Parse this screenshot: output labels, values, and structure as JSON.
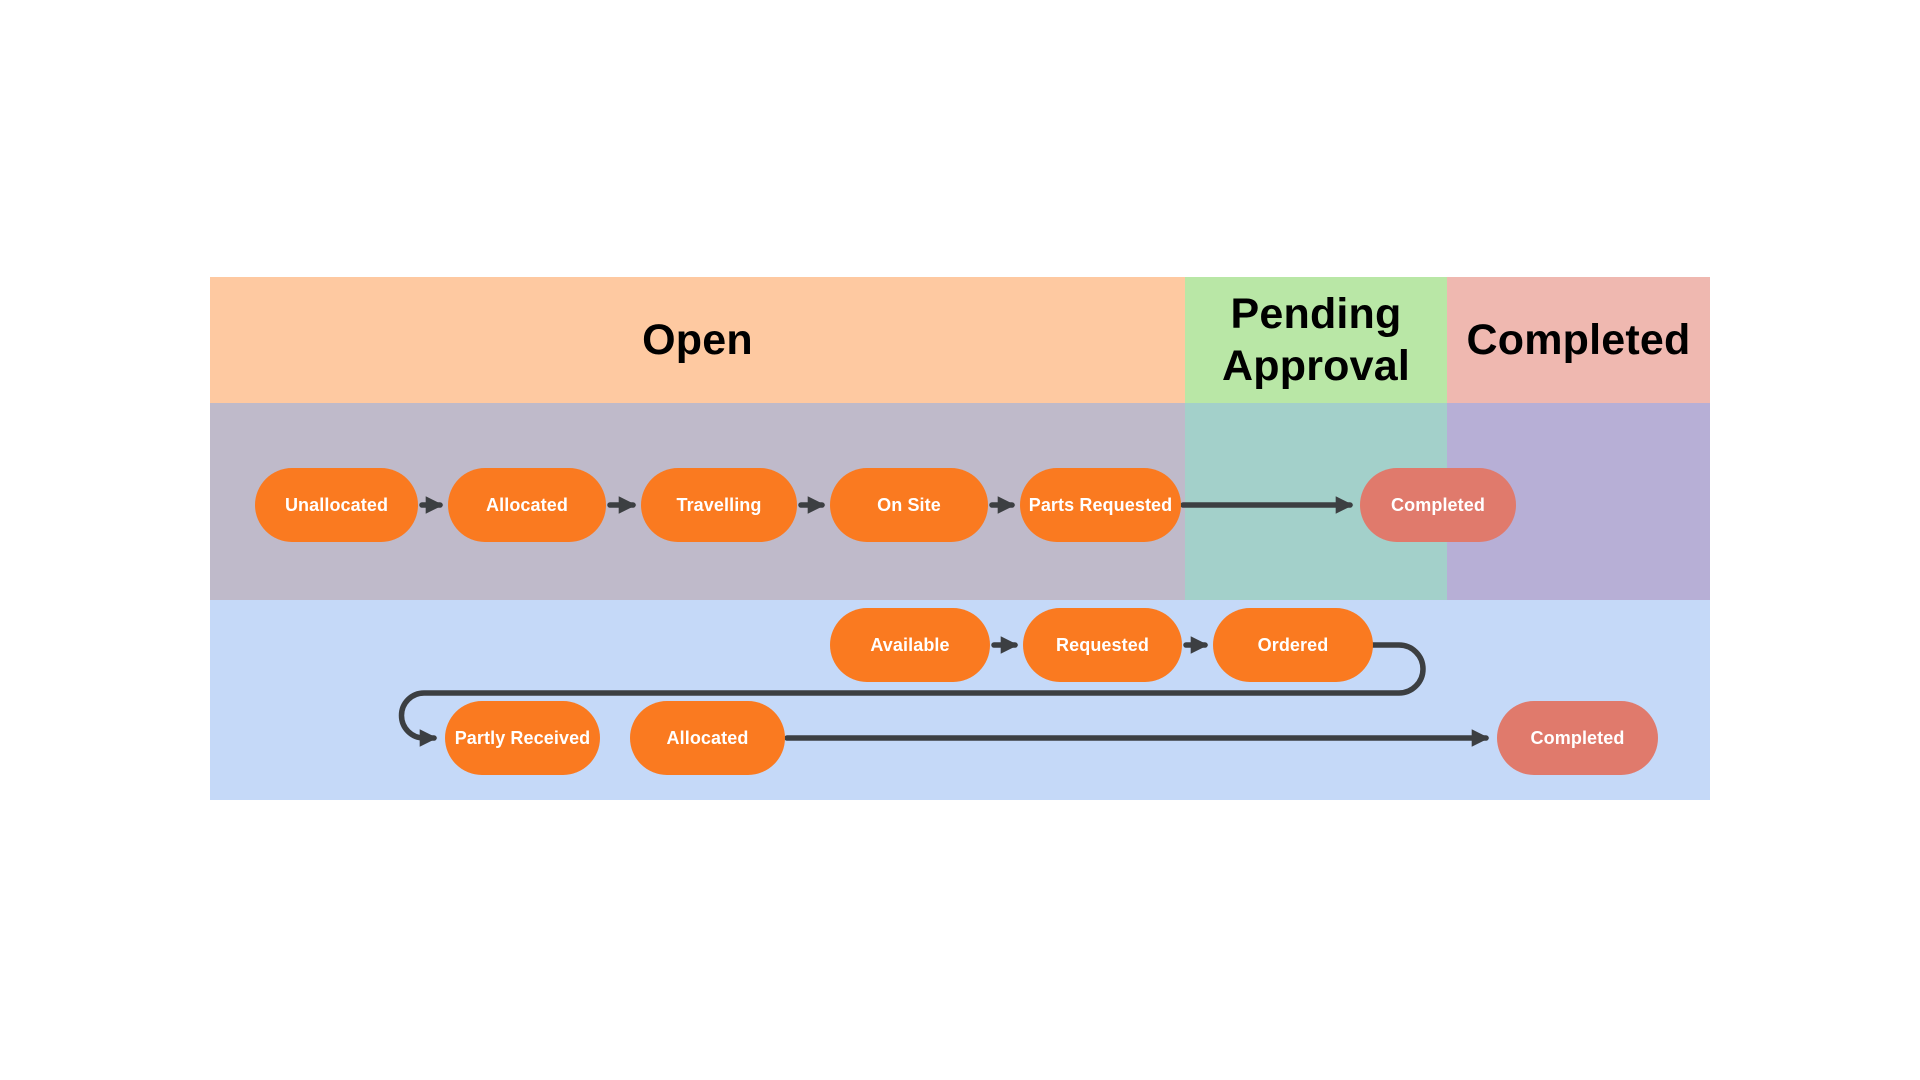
{
  "palette": {
    "page_bg": "#ffffff",
    "open_header_bg": "#fec9a1",
    "pending_header_bg": "#b9e7a6",
    "completed_header_bg": "#efb8b0",
    "open_body_bg": "#bfbaca",
    "pending_body_bg": "#a3d0ca",
    "completed_body_bg": "#b7afd6",
    "parts_row_bg": "#c5d9f8",
    "state_pill_bg": "#fa7a20",
    "terminal_pill_bg": "#e07a6c",
    "pill_text": "#ffffff",
    "header_text": "#000000",
    "connector": "#3c3f42"
  },
  "columns": {
    "open": {
      "label": "Open"
    },
    "pending_approval": {
      "label": "Pending Approval"
    },
    "completed": {
      "label": "Completed"
    }
  },
  "work_order_flow": {
    "states": [
      {
        "label": "Unallocated"
      },
      {
        "label": "Allocated"
      },
      {
        "label": "Travelling"
      },
      {
        "label": "On Site"
      },
      {
        "label": "Parts Requested"
      },
      {
        "label": "Completed"
      }
    ],
    "edges": [
      {
        "from": "Unallocated",
        "to": "Allocated"
      },
      {
        "from": "Allocated",
        "to": "Travelling"
      },
      {
        "from": "Travelling",
        "to": "On Site"
      },
      {
        "from": "On Site",
        "to": "Parts Requested"
      },
      {
        "from": "Parts Requested",
        "to": "Completed"
      }
    ]
  },
  "parts_flow": {
    "states": [
      {
        "label": "Available"
      },
      {
        "label": "Requested"
      },
      {
        "label": "Ordered"
      },
      {
        "label": "Partly Received"
      },
      {
        "label": "Allocated"
      },
      {
        "label": "Completed"
      }
    ],
    "edges": [
      {
        "from": "Available",
        "to": "Requested"
      },
      {
        "from": "Requested",
        "to": "Ordered"
      },
      {
        "from": "Ordered",
        "to": "Partly Received"
      },
      {
        "from": "Partly Received",
        "to": "Allocated"
      },
      {
        "from": "Allocated",
        "to": "Completed"
      }
    ]
  }
}
